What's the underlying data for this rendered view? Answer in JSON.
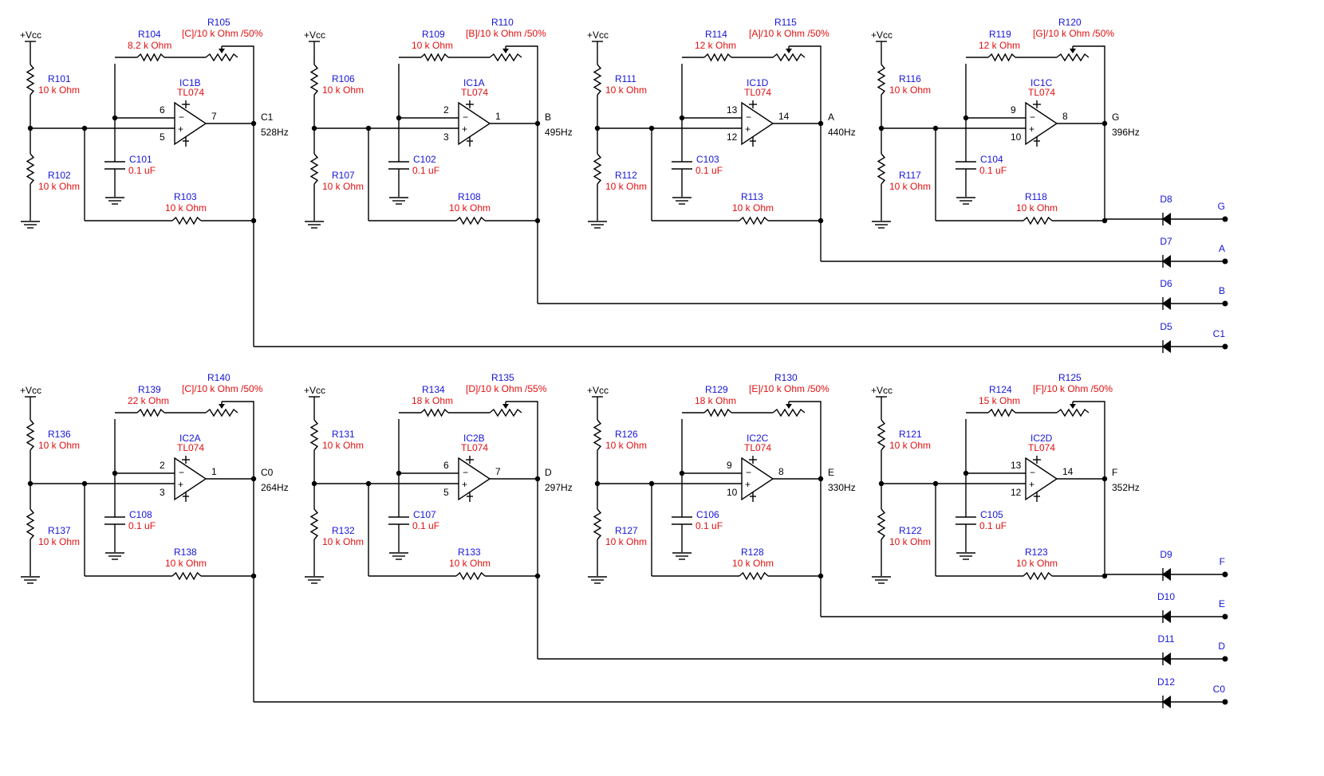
{
  "rows": [
    {
      "bus": [
        {
          "diode": "D5",
          "label": "C1"
        },
        {
          "diode": "D6",
          "label": "B"
        },
        {
          "diode": "D7",
          "label": "A"
        },
        {
          "diode": "D8",
          "label": "G"
        }
      ],
      "stages": [
        {
          "vcc": "+Vcc",
          "rtop": "R101",
          "rtop_val": "10 k Ohm",
          "rbot": "R102",
          "rbot_val": "10 k Ohm",
          "rfb": "R104",
          "rfb_val": "8.2 k Ohm",
          "pot": "R105",
          "pot_val": "[C]/10 k Ohm /50%",
          "ic": "IC1B",
          "ic_type": "TL074",
          "pin_inv": "6",
          "pin_non": "5",
          "pin_out": "7",
          "cap": "C101",
          "cap_val": "0.1 uF",
          "rlow": "R103",
          "rlow_val": "10 k Ohm",
          "out": "C1",
          "freq": "528Hz"
        },
        {
          "vcc": "+Vcc",
          "rtop": "R106",
          "rtop_val": "10 k Ohm",
          "rbot": "R107",
          "rbot_val": "10 k Ohm",
          "rfb": "R109",
          "rfb_val": "10 k Ohm",
          "pot": "R110",
          "pot_val": "[B]/10 k Ohm /50%",
          "ic": "IC1A",
          "ic_type": "TL074",
          "pin_inv": "2",
          "pin_non": "3",
          "pin_out": "1",
          "cap": "C102",
          "cap_val": "0.1 uF",
          "rlow": "R108",
          "rlow_val": "10 k Ohm",
          "out": "B",
          "freq": "495Hz"
        },
        {
          "vcc": "+Vcc",
          "rtop": "R111",
          "rtop_val": "10 k Ohm",
          "rbot": "R112",
          "rbot_val": "10 k Ohm",
          "rfb": "R114",
          "rfb_val": "12 k Ohm",
          "pot": "R115",
          "pot_val": "[A]/10 k Ohm /50%",
          "ic": "IC1D",
          "ic_type": "TL074",
          "pin_inv": "13",
          "pin_non": "12",
          "pin_out": "14",
          "cap": "C103",
          "cap_val": "0.1 uF",
          "rlow": "R113",
          "rlow_val": "10 k Ohm",
          "out": "A",
          "freq": "440Hz"
        },
        {
          "vcc": "+Vcc",
          "rtop": "R116",
          "rtop_val": "10 k Ohm",
          "rbot": "R117",
          "rbot_val": "10 k Ohm",
          "rfb": "R119",
          "rfb_val": "12 k Ohm",
          "pot": "R120",
          "pot_val": "[G]/10 k Ohm /50%",
          "ic": "IC1C",
          "ic_type": "TL074",
          "pin_inv": "9",
          "pin_non": "10",
          "pin_out": "8",
          "cap": "C104",
          "cap_val": "0.1 uF",
          "rlow": "R118",
          "rlow_val": "10 k Ohm",
          "out": "G",
          "freq": "396Hz"
        }
      ]
    },
    {
      "bus": [
        {
          "diode": "D12",
          "label": "C0"
        },
        {
          "diode": "D11",
          "label": "D"
        },
        {
          "diode": "D10",
          "label": "E"
        },
        {
          "diode": "D9",
          "label": "F"
        }
      ],
      "stages": [
        {
          "vcc": "+Vcc",
          "rtop": "R136",
          "rtop_val": "10 k Ohm",
          "rbot": "R137",
          "rbot_val": "10 k Ohm",
          "rfb": "R139",
          "rfb_val": "22 k Ohm",
          "pot": "R140",
          "pot_val": "[C]/10 k Ohm /50%",
          "ic": "IC2A",
          "ic_type": "TL074",
          "pin_inv": "2",
          "pin_non": "3",
          "pin_out": "1",
          "cap": "C108",
          "cap_val": "0.1 uF",
          "rlow": "R138",
          "rlow_val": "10 k Ohm",
          "out": "C0",
          "freq": "264Hz"
        },
        {
          "vcc": "+Vcc",
          "rtop": "R131",
          "rtop_val": "10 k Ohm",
          "rbot": "R132",
          "rbot_val": "10 k Ohm",
          "rfb": "R134",
          "rfb_val": "18 k Ohm",
          "pot": "R135",
          "pot_val": "[D]/10 k Ohm /55%",
          "ic": "IC2B",
          "ic_type": "TL074",
          "pin_inv": "6",
          "pin_non": "5",
          "pin_out": "7",
          "cap": "C107",
          "cap_val": "0.1 uF",
          "rlow": "R133",
          "rlow_val": "10 k Ohm",
          "out": "D",
          "freq": "297Hz"
        },
        {
          "vcc": "+Vcc",
          "rtop": "R126",
          "rtop_val": "10 k Ohm",
          "rbot": "R127",
          "rbot_val": "10 k Ohm",
          "rfb": "R129",
          "rfb_val": "18 k Ohm",
          "pot": "R130",
          "pot_val": "[E]/10 k Ohm /50%",
          "ic": "IC2C",
          "ic_type": "TL074",
          "pin_inv": "9",
          "pin_non": "10",
          "pin_out": "8",
          "cap": "C106",
          "cap_val": "0.1 uF",
          "rlow": "R128",
          "rlow_val": "10 k Ohm",
          "out": "E",
          "freq": "330Hz"
        },
        {
          "vcc": "+Vcc",
          "rtop": "R121",
          "rtop_val": "10 k Ohm",
          "rbot": "R122",
          "rbot_val": "10 k Ohm",
          "rfb": "R124",
          "rfb_val": "15 k Ohm",
          "pot": "R125",
          "pot_val": "[F]/10 k Ohm /50%",
          "ic": "IC2D",
          "ic_type": "TL074",
          "pin_inv": "13",
          "pin_non": "12",
          "pin_out": "14",
          "cap": "C105",
          "cap_val": "0.1 uF",
          "rlow": "R123",
          "rlow_val": "10 k Ohm",
          "out": "F",
          "freq": "352Hz"
        }
      ]
    }
  ]
}
